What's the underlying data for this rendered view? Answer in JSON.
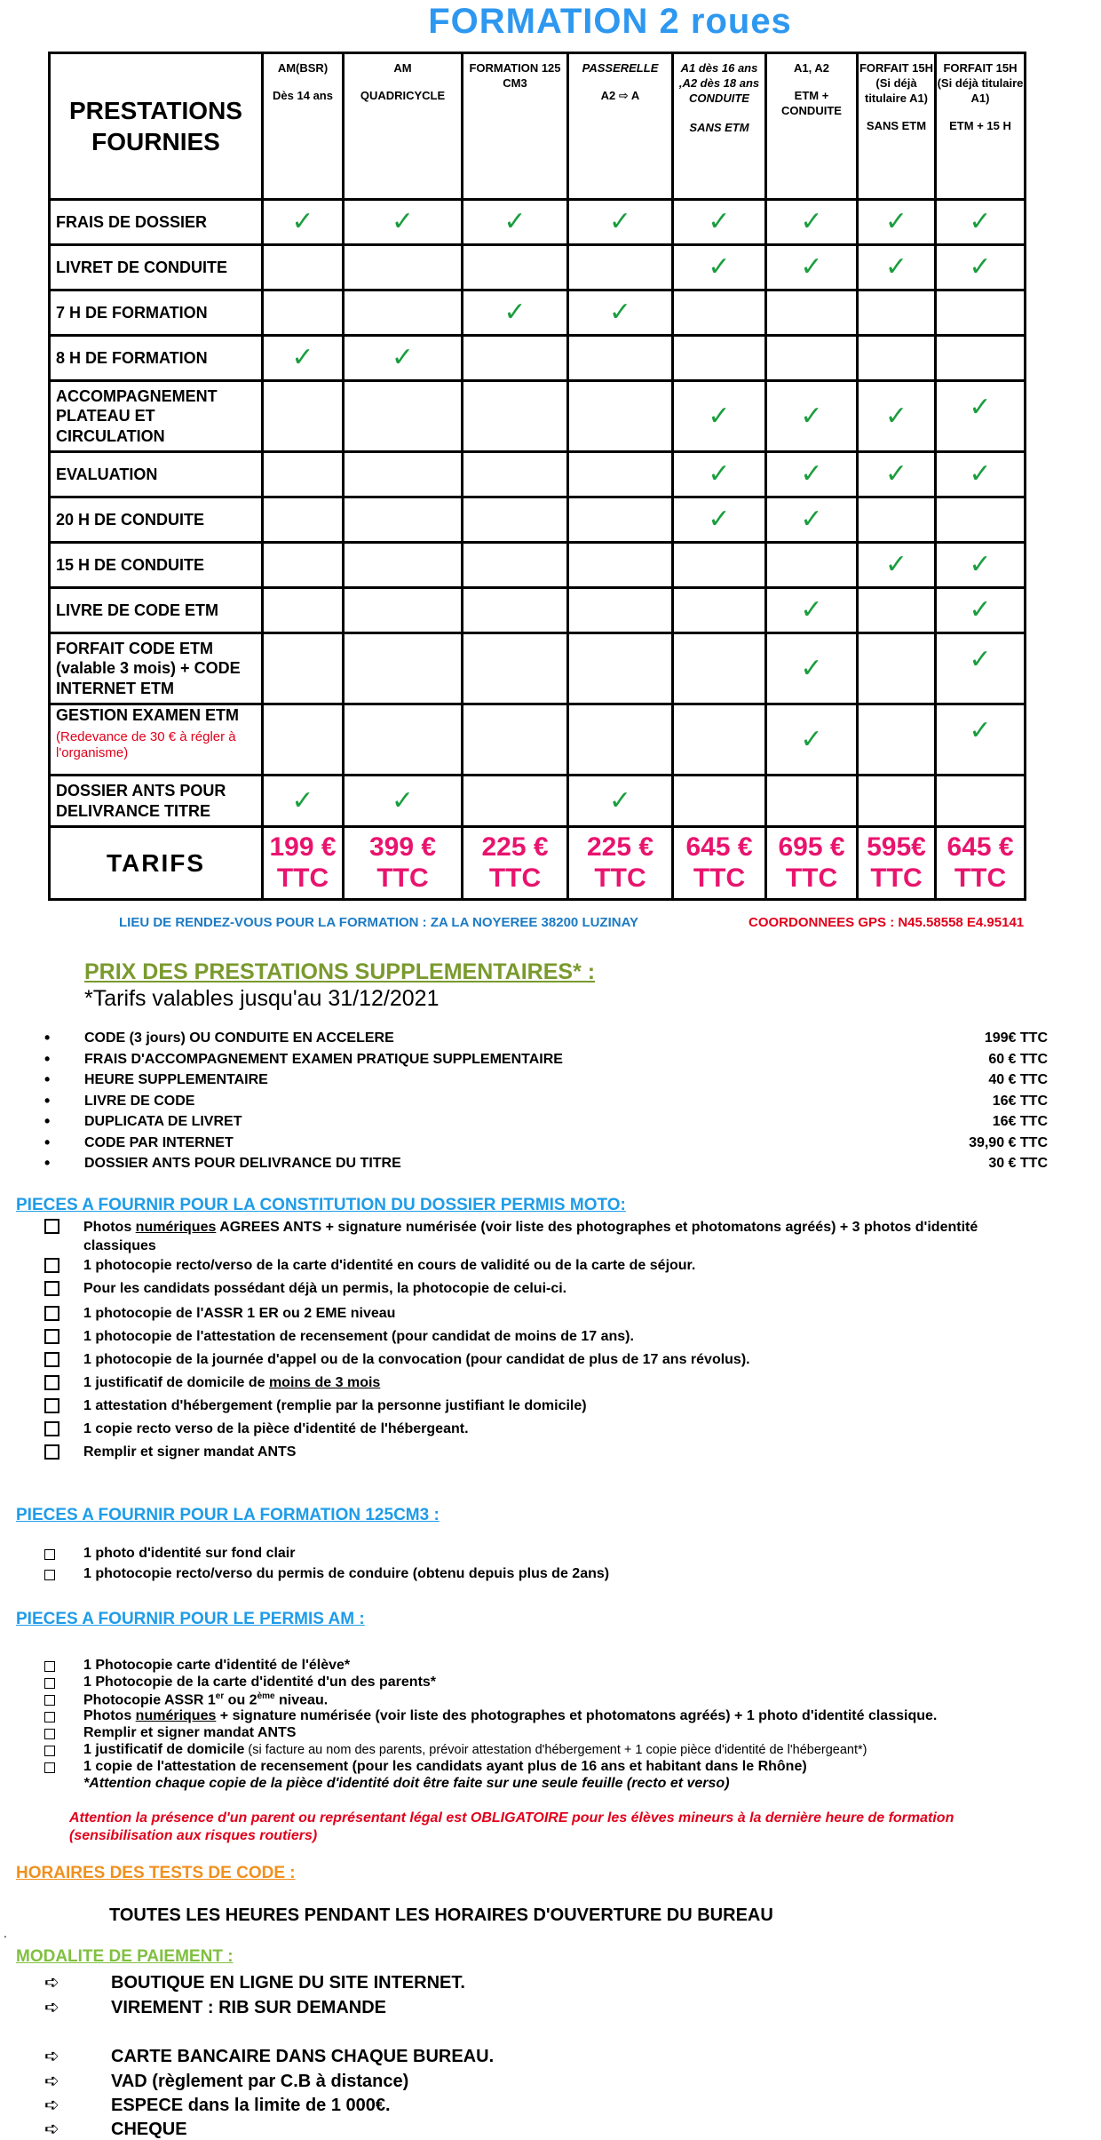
{
  "title": "FORMATION 2 roues",
  "table": {
    "corner_label": "PRESTATIONS FOURNIES",
    "columns": [
      {
        "line1": "AM(BSR)",
        "line2": "Dès 14 ans"
      },
      {
        "line1": "AM",
        "line2": "QUADRICYCLE"
      },
      {
        "line1": "FORMATION 125 CM3",
        "line2": ""
      },
      {
        "line1": "PASSERELLE",
        "line2": "A2 ⇨ A"
      },
      {
        "line1": "A1 dès 16 ans ,A2 dès 18 ans CONDUITE",
        "line2": "SANS ETM"
      },
      {
        "line1": "A1, A2",
        "line2": "ETM + CONDUITE"
      },
      {
        "line1": "FORFAIT 15H (Si déjà titulaire A1)",
        "line2": "SANS ETM"
      },
      {
        "line1": "FORFAIT 15H (Si déjà titulaire A1)",
        "line2": "ETM + 15 H"
      }
    ],
    "check_mark": "✓",
    "rows": [
      {
        "label": "FRAIS DE DOSSIER",
        "note": "",
        "checks": [
          1,
          1,
          1,
          1,
          1,
          1,
          1,
          1
        ]
      },
      {
        "label": "LIVRET DE CONDUITE",
        "note": "",
        "checks": [
          0,
          0,
          0,
          0,
          1,
          1,
          1,
          1
        ]
      },
      {
        "label": "7  H DE FORMATION",
        "note": "",
        "checks": [
          0,
          0,
          1,
          1,
          0,
          0,
          0,
          0
        ]
      },
      {
        "label": "8 H DE FORMATION",
        "note": "",
        "checks": [
          1,
          1,
          0,
          0,
          0,
          0,
          0,
          0
        ]
      },
      {
        "label": "ACCOMPAGNEMENT PLATEAU ET CIRCULATION",
        "note": "",
        "checks": [
          0,
          0,
          0,
          0,
          1,
          1,
          1,
          1
        ]
      },
      {
        "label": "EVALUATION",
        "note": "",
        "checks": [
          0,
          0,
          0,
          0,
          1,
          1,
          1,
          1
        ]
      },
      {
        "label": "20 H DE CONDUITE",
        "note": "",
        "checks": [
          0,
          0,
          0,
          0,
          1,
          1,
          0,
          0
        ]
      },
      {
        "label": "15 H DE CONDUITE",
        "note": "",
        "checks": [
          0,
          0,
          0,
          0,
          0,
          0,
          1,
          1
        ]
      },
      {
        "label": "LIVRE DE CODE ETM",
        "note": "",
        "checks": [
          0,
          0,
          0,
          0,
          0,
          1,
          0,
          1
        ]
      },
      {
        "label": "FORFAIT CODE ETM (valable 3 mois) + CODE INTERNET ETM",
        "note": "",
        "checks": [
          0,
          0,
          0,
          0,
          0,
          1,
          0,
          1
        ]
      },
      {
        "label": "GESTION EXAMEN ETM",
        "note": "(Redevance de 30 € à régler à l'organisme)",
        "checks": [
          0,
          0,
          0,
          0,
          0,
          1,
          0,
          1
        ]
      },
      {
        "label": "DOSSIER ANTS POUR DELIVRANCE TITRE",
        "note": "",
        "checks": [
          1,
          1,
          0,
          1,
          0,
          0,
          0,
          0
        ]
      }
    ],
    "tarifs_label": "TARIFS",
    "prices": [
      {
        "amount": "199 €",
        "ttc": "TTC"
      },
      {
        "amount": "399 €",
        "ttc": "TTC"
      },
      {
        "amount": "225 €",
        "ttc": "TTC"
      },
      {
        "amount": "225 €",
        "ttc": "TTC"
      },
      {
        "amount": "645 €",
        "ttc": "TTC"
      },
      {
        "amount": "695 €",
        "ttc": "TTC"
      },
      {
        "amount": "595€",
        "ttc": "TTC"
      },
      {
        "amount": "645 €",
        "ttc": "TTC"
      }
    ]
  },
  "lieu": "LIEU DE RENDEZ-VOUS POUR LA FORMATION : ZA LA NOYEREE 38200 LUZINAY",
  "gps": "COORDONNEES GPS : N45.58558 E4.95141",
  "supplementaires": {
    "title": "PRIX DES PRESTATIONS SUPPLEMENTAIRES* :",
    "subtitle": "*Tarifs valables jusqu'au 31/12/2021",
    "items": [
      {
        "label": "CODE (3 jours) OU CONDUITE EN ACCELERE",
        "price": "199€ TTC"
      },
      {
        "label": "FRAIS D'ACCOMPAGNEMENT EXAMEN PRATIQUE SUPPLEMENTAIRE",
        "price": "60 € TTC"
      },
      {
        "label": "HEURE SUPPLEMENTAIRE",
        "price": "40 € TTC"
      },
      {
        "label": "LIVRE DE CODE",
        "price": "16€ TTC"
      },
      {
        "label": "DUPLICATA DE LIVRET",
        "price": "16€ TTC"
      },
      {
        "label": "CODE PAR INTERNET",
        "price": "39,90 € TTC"
      },
      {
        "label": "DOSSIER ANTS POUR DELIVRANCE DU TITRE",
        "price": "30 € TTC"
      }
    ]
  },
  "pieces_moto": {
    "title": "PIECES A FOURNIR POUR LA CONSTITUTION DU DOSSIER PERMIS MOTO:",
    "item1_pre": "Photos ",
    "item1_u": "numériques",
    "item1_post": " AGREES ANTS + signature numérisée (voir liste des photographes et photomatons agréés) + 3 photos d'identité classiques",
    "item2": "1 photocopie recto/verso de la carte d'identité en cours de validité ou de la carte de séjour.",
    "item3": "Pour les candidats possédant déjà un permis, la photocopie de celui-ci.",
    "item4": "1 photocopie de l'ASSR 1 ER ou 2 EME niveau",
    "item5": "1 photocopie de l'attestation de recensement (pour candidat de moins de 17 ans).",
    "item6": "1 photocopie de la journée d'appel ou de la convocation (pour candidat de plus de 17 ans révolus).",
    "item7_pre": "1 justificatif de domicile de ",
    "item7_u": "moins de 3 mois",
    "item8": "1 attestation d'hébergement  (remplie par la personne justifiant le domicile)",
    "item9": "1 copie recto verso de la pièce d'identité de l'hébergeant.",
    "item10": "Remplir et signer mandat ANTS"
  },
  "pieces_125": {
    "title": "PIECES A FOURNIR POUR LA FORMATION 125CM3 :",
    "items": [
      "1 photo d'identité sur fond clair",
      "1 photocopie recto/verso du permis de conduire (obtenu depuis plus de 2ans)"
    ]
  },
  "pieces_am": {
    "title": "PIECES A FOURNIR POUR LE PERMIS AM :",
    "item1": "1 Photocopie carte d'identité de l'élève*",
    "item2": "1 Photocopie de la carte d'identité d'un des parents*",
    "item3_a": "Photocopie ASSR 1",
    "item3_sup1": "er",
    "item3_b": " ou  2",
    "item3_sup2": "ème",
    "item3_c": " niveau.",
    "item4_pre": "Photos ",
    "item4_u": "numériques",
    "item4_post": " + signature numérisée (voir liste des photographes et photomatons agréés) + 1 photo d'identité classique.",
    "item5": "Remplir et signer mandat ANTS",
    "item6_a": "1 justificatif de domicile",
    "item6_b": " (si facture au nom des parents, prévoir attestation d'hébergement + 1 copie pièce d'identité de l'hébergeant*)",
    "item7": "1 copie de l'attestation de recensement (pour les candidats ayant plus de 16 ans et habitant dans le Rhône)",
    "note": "*Attention chaque copie de la pièce d'identité doit être faite sur une seule feuille (recto et verso)"
  },
  "attention": "Attention la présence d'un parent ou représentant légal  est OBLIGATOIRE pour les élèves mineurs à  la dernière heure de formation (sensibilisation aux risques routiers)",
  "horaires": {
    "title": "HORAIRES DES TESTS DE CODE :",
    "text": "TOUTES LES HEURES PENDANT LES HORAIRES D'OUVERTURE DU BUREAU",
    "stray": "."
  },
  "paiement": {
    "title": "MODALITE DE PAIEMENT :",
    "arrow": "➪",
    "items": [
      "BOUTIQUE EN LIGNE DU SITE INTERNET.",
      "VIREMENT : RIB SUR DEMANDE",
      "CARTE BANCAIRE DANS CHAQUE BUREAU.",
      "VAD (règlement par C.B à distance)",
      "ESPECE dans la limite de 1 000€.",
      "CHEQUE"
    ]
  }
}
